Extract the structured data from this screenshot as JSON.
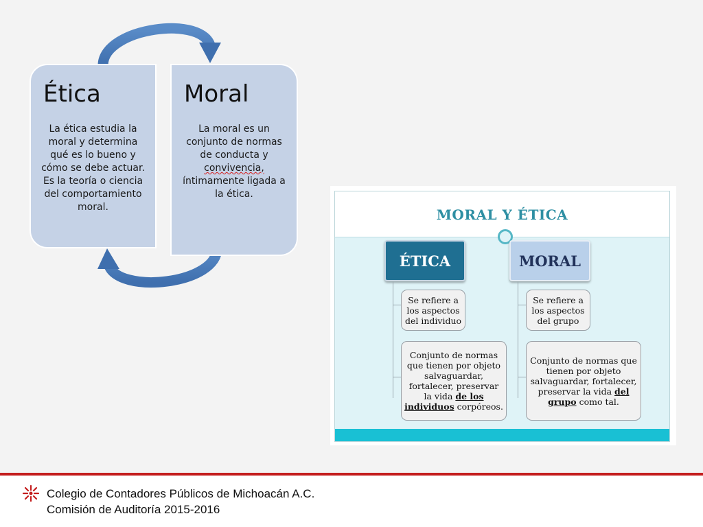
{
  "diagram": {
    "etica": {
      "title": "Ética",
      "body": "La ética estudia la moral y determina qué es lo bueno y cómo se debe actuar. Es la teoría o ciencia del comportamiento moral."
    },
    "moral": {
      "title": "Moral",
      "body_pre": "La moral es un conjunto de normas de conducta y ",
      "body_flag": "convivencia,",
      "body_post": " íntimamente ligada a la ética."
    },
    "arrow_color": "#4f81bd",
    "card_color": "#c5d2e6"
  },
  "inset": {
    "title": "MORAL Y ÉTICA",
    "etica": {
      "label": "ÉTICA",
      "box1": "Se refiere a los aspectos del individuo",
      "box2_pre": "Conjunto de normas que tienen por objeto salvaguardar, fortalecer, preservar la vida ",
      "box2_bold": "de los individuos",
      "box2_post": " corpóreos."
    },
    "moral": {
      "label": "MORAL",
      "box1": "Se refiere a los aspectos del grupo",
      "box2_pre": "Conjunto de normas que tienen por objeto salvaguardar, fortalecer, preservar la vida ",
      "box2_bold": "del grupo",
      "box2_post": " como tal."
    }
  },
  "footer": {
    "org_name": "Colegio de Contadores Públicos de Michoacán A.C.",
    "commission": "Comisión de Auditoría  2015-2016",
    "accent_color": "#c41e1e"
  }
}
